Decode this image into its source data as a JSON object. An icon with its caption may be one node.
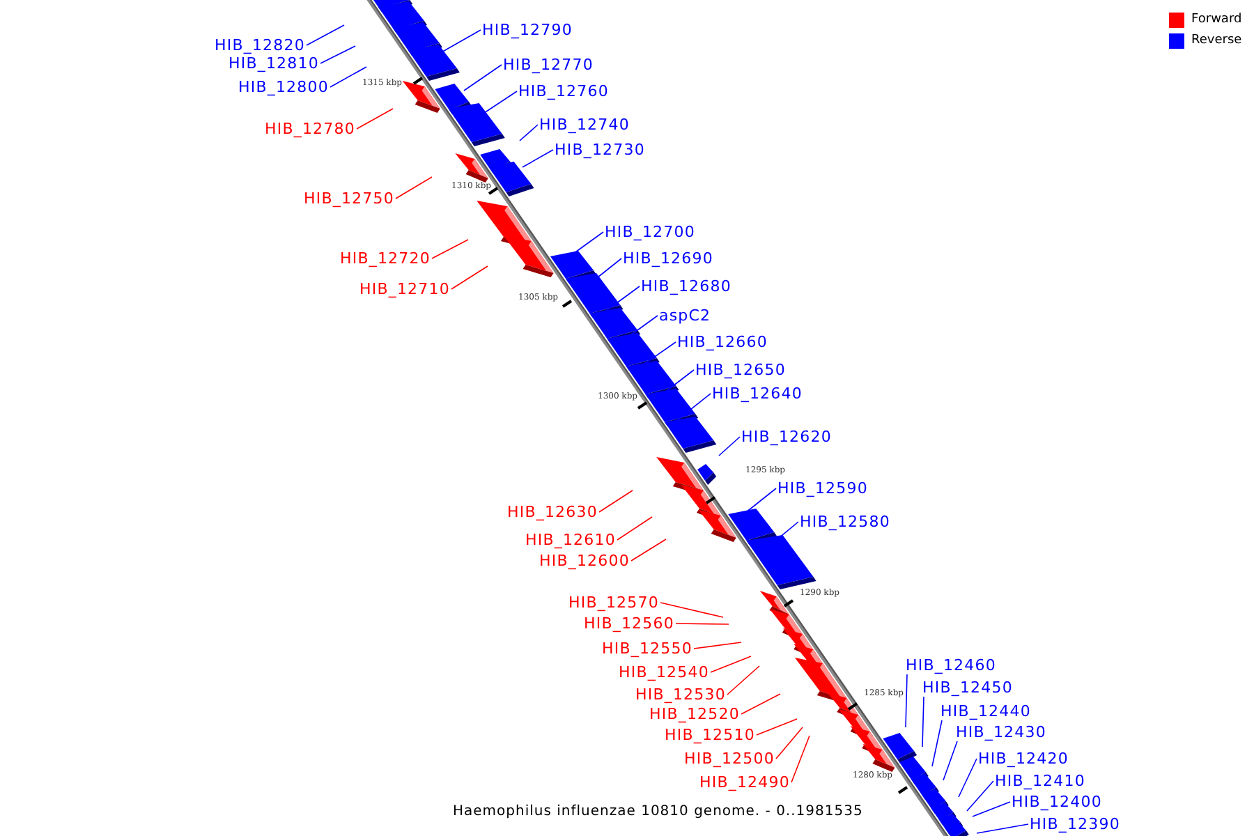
{
  "diagram": {
    "caption": "Haemophilus influenzae 10810 genome. - 0..1981535",
    "nodes": [
      {
        "text": [
          "HIB_12790"
        ]
      },
      {
        "text": [
          "HIB_12820"
        ]
      },
      {
        "text": [
          "HIB_12810"
        ]
      },
      {
        "text": [
          "HIB_12770"
        ]
      },
      {
        "text": [
          "HIB_12800"
        ]
      },
      {
        "text": [
          "HIB_12760"
        ]
      },
      {
        "text": [
          "HIB_12740"
        ]
      },
      {
        "text": [
          "HIB_12780"
        ]
      },
      {
        "text": [
          "HIB_12730"
        ]
      },
      {
        "text": [
          "HIB_12750"
        ]
      },
      {
        "text": [
          "HIB_12700"
        ]
      },
      {
        "text": [
          "HIB_12720"
        ]
      },
      {
        "text": [
          "HIB_12690"
        ]
      },
      {
        "text": [
          "HIB_12680"
        ]
      },
      {
        "text": [
          "HIB_12710"
        ]
      },
      {
        "text": [
          "aspC2"
        ]
      },
      {
        "text": [
          "HIB_12660"
        ]
      },
      {
        "text": [
          "HIB_12650"
        ]
      },
      {
        "text": [
          "HIB_12640"
        ]
      },
      {
        "text": [
          "HIB_12620"
        ]
      },
      {
        "text": [
          "HIB_12590"
        ]
      },
      {
        "text": [
          "HIB_12630"
        ]
      },
      {
        "text": [
          "HIB_12580"
        ]
      },
      {
        "text": [
          "HIB_12610"
        ]
      },
      {
        "text": [
          "HIB_12600"
        ]
      },
      {
        "text": [
          "HIB_12570"
        ]
      },
      {
        "text": [
          "HIB_12560"
        ]
      },
      {
        "text": [
          "HIB_12550"
        ]
      },
      {
        "text": [
          "HIB_12540"
        ]
      },
      {
        "text": [
          "HIB_12530"
        ]
      },
      {
        "text": [
          "HIB_12520"
        ]
      },
      {
        "text": [
          "HIB_12510"
        ]
      },
      {
        "text": [
          "HIB_12500"
        ]
      },
      {
        "text": [
          "HIB_12490"
        ]
      },
      {
        "text": [
          "HIB_12460"
        ]
      },
      {
        "text": [
          "HIB_12450"
        ]
      },
      {
        "text": [
          "HIB_12440"
        ]
      },
      {
        "text": [
          "HIB_12430"
        ]
      },
      {
        "text": [
          "HIB_12420"
        ]
      },
      {
        "text": [
          "HIB_12410"
        ]
      },
      {
        "text": [
          "HIB_12400"
        ]
      },
      {
        "text": [
          "HIB_12390"
        ]
      }
    ],
    "edges": [
      {
        "from": 0,
        "to": null,
        "arrow": "none"
      },
      {
        "from": 1,
        "to": null,
        "arrow": "none"
      },
      {
        "from": 2,
        "to": null,
        "arrow": "none"
      },
      {
        "from": 3,
        "to": null,
        "arrow": "none"
      },
      {
        "from": 4,
        "to": null,
        "arrow": "none"
      },
      {
        "from": 5,
        "to": null,
        "arrow": "none"
      },
      {
        "from": 6,
        "to": null,
        "arrow": "none"
      },
      {
        "from": 7,
        "to": null,
        "arrow": "none",
        "color": "#ff0000"
      },
      {
        "from": 8,
        "to": null,
        "arrow": "none"
      },
      {
        "from": 9,
        "to": null,
        "arrow": "none",
        "color": "#ff0000"
      },
      {
        "from": 10,
        "to": null,
        "arrow": "none"
      },
      {
        "from": 11,
        "to": null,
        "arrow": "none",
        "color": "#ff0000"
      },
      {
        "from": 12,
        "to": null,
        "arrow": "none"
      },
      {
        "from": 13,
        "to": null,
        "arrow": "none"
      },
      {
        "from": 14,
        "to": null,
        "arrow": "none",
        "color": "#ff0000"
      },
      {
        "from": 15,
        "to": null,
        "arrow": "none"
      },
      {
        "from": 16,
        "to": null,
        "arrow": "none"
      },
      {
        "from": 17,
        "to": null,
        "arrow": "none"
      },
      {
        "from": 18,
        "to": null,
        "arrow": "none"
      },
      {
        "from": 19,
        "to": null,
        "arrow": "none"
      },
      {
        "from": 20,
        "to": null,
        "arrow": "none"
      },
      {
        "from": 21,
        "to": null,
        "arrow": "none",
        "color": "#ff0000"
      },
      {
        "from": 22,
        "to": null,
        "arrow": "none"
      },
      {
        "from": 23,
        "to": null,
        "arrow": "none",
        "color": "#ff0000"
      },
      {
        "from": 24,
        "to": null,
        "arrow": "none",
        "color": "#ff0000"
      },
      {
        "from": 25,
        "to": null,
        "arrow": "none",
        "color": "#ff0000"
      },
      {
        "from": 26,
        "to": null,
        "arrow": "none",
        "color": "#ff0000"
      },
      {
        "from": 27,
        "to": null,
        "arrow": "none",
        "color": "#ff0000"
      },
      {
        "from": 28,
        "to": null,
        "arrow": "none",
        "color": "#ff0000"
      },
      {
        "from": 29,
        "to": null,
        "arrow": "none",
        "color": "#ff0000"
      },
      {
        "from": 30,
        "to": null,
        "arrow": "none",
        "color": "#ff0000"
      },
      {
        "from": 31,
        "to": null,
        "arrow": "none",
        "color": "#ff0000"
      },
      {
        "from": 32,
        "to": null,
        "arrow": "none",
        "color": "#ff0000"
      },
      {
        "from": 33,
        "to": null,
        "arrow": "none",
        "color": "#ff0000"
      },
      {
        "from": 34,
        "to": null,
        "arrow": "none"
      },
      {
        "from": 35,
        "to": null,
        "arrow": "none"
      },
      {
        "from": 36,
        "to": null,
        "arrow": "none"
      },
      {
        "from": 37,
        "to": null,
        "arrow": "none"
      },
      {
        "from": 38,
        "to": null,
        "arrow": "none"
      },
      {
        "from": 39,
        "to": null,
        "arrow": "none"
      },
      {
        "from": 40,
        "to": null,
        "arrow": "none"
      },
      {
        "from": 41,
        "to": null,
        "arrow": "none"
      }
    ],
    "labels": [
      "1315 kbp",
      "1310 kbp",
      "1305 kbp",
      "1300 kbp",
      "1295 kbp",
      "1290 kbp",
      "1285 kbp",
      "1280 kbp"
    ],
    "legend": [
      {
        "text": "Forward",
        "color": "#ff0000"
      },
      {
        "text": "Reverse",
        "color": "#0000ff"
      }
    ]
  }
}
